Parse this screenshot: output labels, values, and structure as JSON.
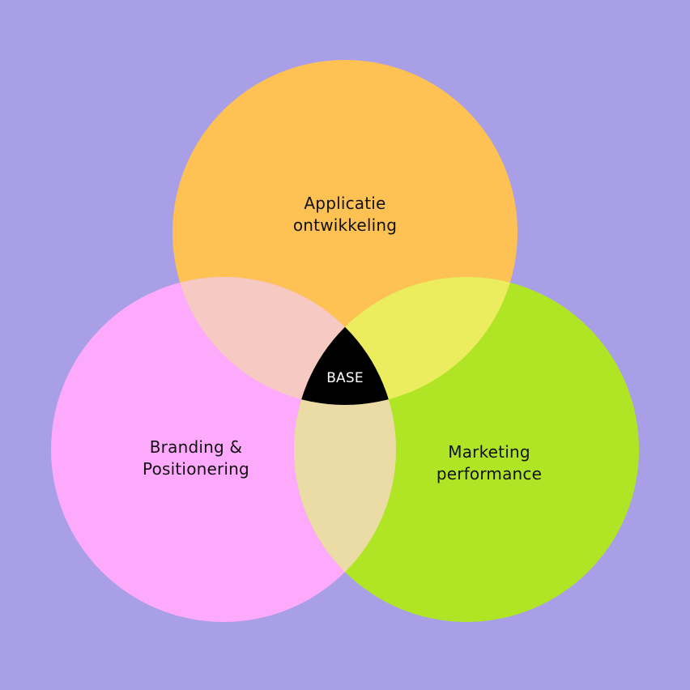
{
  "diagram": {
    "background_color": "#a99fe6",
    "circles": [
      {
        "id": "top",
        "label_lines": [
          "Applicatie",
          "ontwikkeling"
        ],
        "color": "#fec153"
      },
      {
        "id": "left",
        "label_lines": [
          "Branding &",
          "Positionering"
        ],
        "color": "#fdaafd"
      },
      {
        "id": "right",
        "label_lines": [
          "Marketing",
          "performance"
        ],
        "color": "#b0e525"
      }
    ],
    "overlaps": {
      "top_left": "#f6cac2",
      "top_right": "#eced5e",
      "left_right": "#ebdca6"
    },
    "center": {
      "label": "BASE",
      "color": "#000000"
    }
  }
}
